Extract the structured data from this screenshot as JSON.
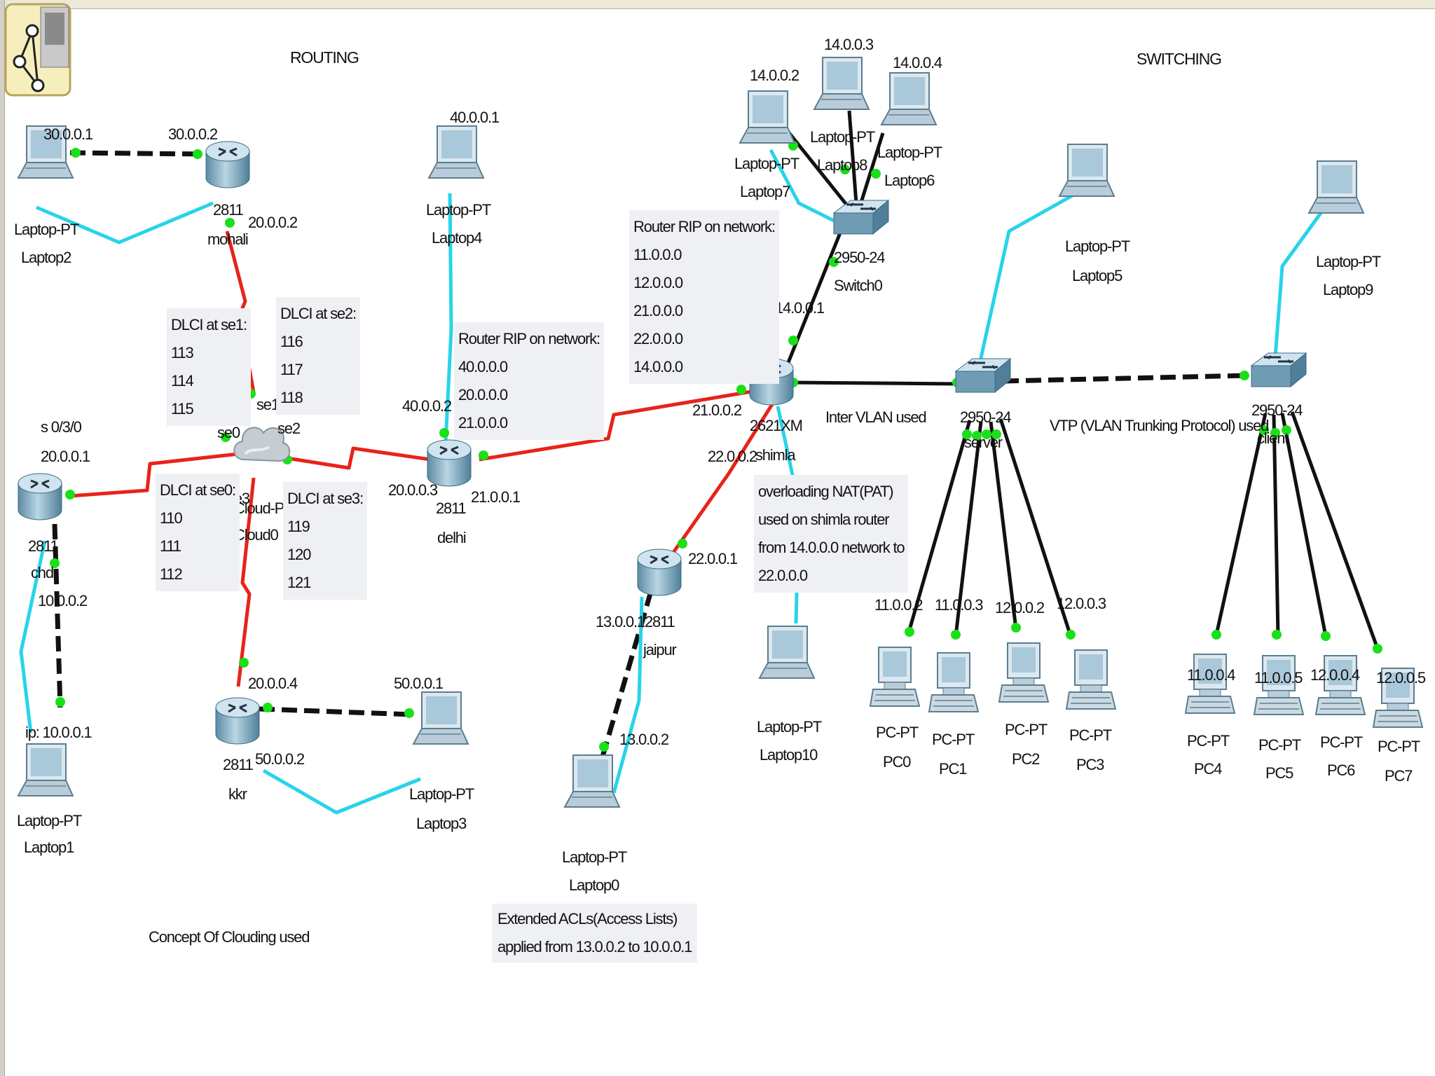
{
  "headings": {
    "routing": "ROUTING",
    "switching": "SWITCHING"
  },
  "devices": {
    "mohali": {
      "model": "2811",
      "name": "mohali"
    },
    "chd": {
      "model": "2811",
      "name": "chd"
    },
    "kkr": {
      "model": "2811",
      "name": "kkr"
    },
    "delhi": {
      "model": "2811",
      "name": "delhi"
    },
    "jaipur": {
      "model": "2811",
      "name": "jaipur"
    },
    "shimla": {
      "model": "2621XM",
      "name": "shimla"
    },
    "cloud": {
      "model": "Cloud-PT",
      "name": "Cloud0"
    },
    "switch0": {
      "model": "2950-24",
      "name": "Switch0"
    },
    "server_switch": {
      "model": "2950-24",
      "name": "server"
    },
    "client_switch": {
      "model": "2950-24",
      "name": "client"
    },
    "laptop1": {
      "model": "Laptop-PT",
      "name": "Laptop1"
    },
    "laptop2": {
      "model": "Laptop-PT",
      "name": "Laptop2"
    },
    "laptop3": {
      "model": "Laptop-PT",
      "name": "Laptop3"
    },
    "laptop4": {
      "model": "Laptop-PT",
      "name": "Laptop4"
    },
    "laptop0": {
      "model": "Laptop-PT",
      "name": "Laptop0"
    },
    "laptop5": {
      "model": "Laptop-PT",
      "name": "Laptop5"
    },
    "laptop6": {
      "model": "Laptop-PT",
      "name": "Laptop6"
    },
    "laptop7": {
      "model": "Laptop-PT",
      "name": "Laptop7"
    },
    "laptop8": {
      "model": "Laptop-PT",
      "name": "Laptop8"
    },
    "laptop9": {
      "model": "Laptop-PT",
      "name": "Laptop9"
    },
    "laptop10": {
      "model": "Laptop-PT",
      "name": "Laptop10"
    },
    "pc0": {
      "model": "PC-PT",
      "name": "PC0"
    },
    "pc1": {
      "model": "PC-PT",
      "name": "PC1"
    },
    "pc2": {
      "model": "PC-PT",
      "name": "PC2"
    },
    "pc3": {
      "model": "PC-PT",
      "name": "PC3"
    },
    "pc4": {
      "model": "PC-PT",
      "name": "PC4"
    },
    "pc5": {
      "model": "PC-PT",
      "name": "PC5"
    },
    "pc6": {
      "model": "PC-PT",
      "name": "PC6"
    },
    "pc7": {
      "model": "PC-PT",
      "name": "PC7"
    }
  },
  "ip_labels": {
    "l2_laptop": "30.0.0.1",
    "l2_router": "30.0.0.2",
    "mohali_se": "20.0.0.2",
    "chd_port": "s 0/3/0",
    "chd_se": "20.0.0.1",
    "chd_fa": "10.0.0.2",
    "laptop1_ip": "ip: 10.0.0.1",
    "kkr_se": "20.0.0.4",
    "kkr_fa": "50.0.0.2",
    "laptop3_ip": "50.0.0.1",
    "laptop4_ip": "40.0.0.1",
    "delhi_fa": "40.0.0.2",
    "delhi_se0": "20.0.0.3",
    "delhi_se1": "21.0.0.1",
    "shimla_se0": "21.0.0.2",
    "shimla_se1": "22.0.0.2",
    "shimla_fa": "14.0.0.1",
    "jaipur_se": "22.0.0.1",
    "jaipur_fa": "13.0.0.1",
    "laptop0_ip": "13.0.0.2",
    "laptop7_ip": "14.0.0.2",
    "laptop8_ip": "14.0.0.3",
    "laptop6_ip": "14.0.0.4",
    "pc0_ip": "11.0.0.2",
    "pc1_ip": "11.0.0.3",
    "pc2_ip": "12.0.0.2",
    "pc3_ip": "12.0.0.3",
    "pc4_ip": "11.0.0.4",
    "pc5_ip": "11.0.0.5",
    "pc6_ip": "12.0.0.4",
    "pc7_ip": "12.0.0.5"
  },
  "ports": {
    "se0": "se0",
    "se1": "se1",
    "se2": "se2",
    "se3": "se3"
  },
  "notes": {
    "dlci_se1": {
      "title": "DLCI at se1:",
      "values": [
        "113",
        "114",
        "115"
      ]
    },
    "dlci_se2": {
      "title": "DLCI at se2:",
      "values": [
        "116",
        "117",
        "118"
      ]
    },
    "dlci_se0": {
      "title": "DLCI at se0:",
      "values": [
        "110",
        "111",
        "112"
      ]
    },
    "dlci_se3": {
      "title": "DLCI at se3:",
      "values": [
        "119",
        "120",
        "121"
      ]
    },
    "rip_delhi": {
      "title": "Router RIP on network:",
      "values": [
        "40.0.0.0",
        "20.0.0.0",
        "21.0.0.0"
      ]
    },
    "rip_shimla": {
      "title": "Router RIP on network:",
      "values": [
        "11.0.0.0",
        "12.0.0.0",
        "21.0.0.0",
        "22.0.0.0",
        "14.0.0.0"
      ]
    },
    "nat": {
      "lines": [
        "overloading NAT(PAT)",
        "used on shimla router",
        "from 14.0.0.0 network to",
        "22.0.0.0"
      ]
    }
  },
  "annotations": {
    "inter_vlan": "Inter VLAN used",
    "vtp": "VTP (VLAN Trunking Protocol) used",
    "clouding": "Concept Of Clouding used",
    "acl_line1": "Extended ACLs(Access Lists)",
    "acl_line2": "applied from 13.0.0.2 to 10.0.0.1"
  },
  "colors": {
    "serial": "#e8231a",
    "copper": "#111111",
    "console": "#27d4ea",
    "link_up": "#19e019",
    "router": "#8fb5c9",
    "laptop": "#a9c8da"
  }
}
